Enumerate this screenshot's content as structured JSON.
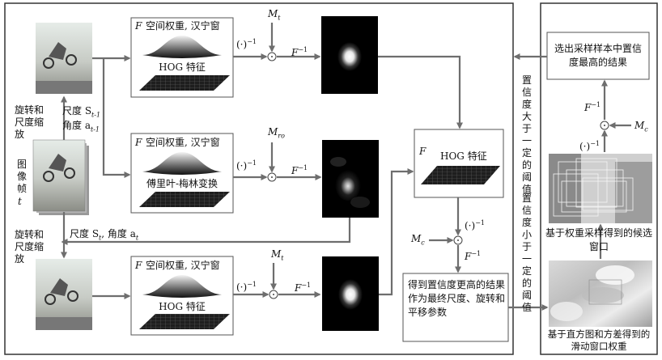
{
  "labels": {
    "rotate_scale_top": "旋转和尺度缩放",
    "scale_top": "尺度 S",
    "scale_top_sub": "t-1",
    "angle_top": "角度 a",
    "angle_top_sub": "t-1",
    "image_frame": "图像帧",
    "frame_t": "t",
    "rotate_scale_bottom": "旋转和尺度缩放",
    "scale_angle_bottom": "尺度 S",
    "scale_angle_bottom_sub": "t",
    "scale_angle_bottom_mid": ", 角度 a",
    "scale_angle_bottom_sub2": "t"
  },
  "blocks": {
    "top": {
      "f_symbol": "F",
      "title": "空间权重, 汉宁窗",
      "feature": "HOG 特征"
    },
    "middle": {
      "f_symbol": "F",
      "title": "空间权重, 汉宁窗",
      "feature": "傅里叶-梅林变换"
    },
    "bottom": {
      "f_symbol": "F",
      "title": "空间权重, 汉宁窗",
      "feature": "HOG 特征"
    },
    "hog_right": {
      "f_symbol": "F",
      "feature": "HOG 特征"
    }
  },
  "operators": {
    "conj": "(·)",
    "conj_sup": "−1",
    "finv": "F",
    "finv_sup": "−1",
    "m_top": "M",
    "m_top_sub": "t",
    "m_mid": "M",
    "m_mid_sub": "ro",
    "m_bot": "M",
    "m_bot_sub": "t",
    "mc_left": "M",
    "mc_left_sub": "c",
    "mc_right": "M",
    "mc_right_sub": "c"
  },
  "result_box": "得到置信度更高的结果作为最终尺度、旋转和平移参数",
  "right_panel": {
    "best_result": "选出采样样本中置信度最高的结果",
    "candidate_caption": "基于权重采样得到的候选窗口",
    "weight_caption": "基于直方图和方差得到的滑动窗口权重"
  },
  "vertical_labels": {
    "greater": "置信度大于一定的阈值",
    "less": "置信度小于一定的阈值"
  },
  "colors": {
    "frame": "#333333",
    "arrow": "#6e6e6e",
    "box_border": "#555555"
  }
}
